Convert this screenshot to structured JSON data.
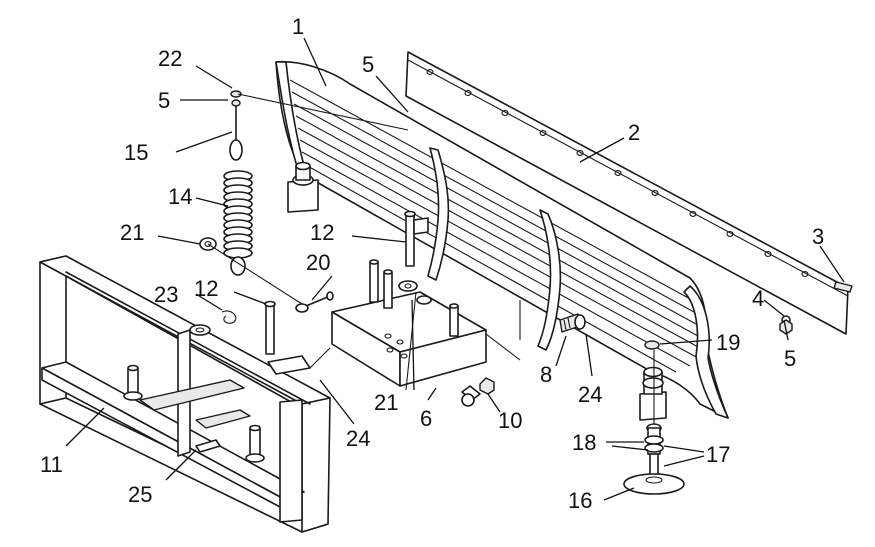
{
  "diagram": {
    "callouts": [
      {
        "id": "c1",
        "text": "1"
      },
      {
        "id": "c2",
        "text": "2"
      },
      {
        "id": "c3",
        "text": "3"
      },
      {
        "id": "c4",
        "text": "4"
      },
      {
        "id": "c5a",
        "text": "5"
      },
      {
        "id": "c5b",
        "text": "5"
      },
      {
        "id": "c5c",
        "text": "5"
      },
      {
        "id": "c6",
        "text": "6"
      },
      {
        "id": "c8",
        "text": "8"
      },
      {
        "id": "c10",
        "text": "10"
      },
      {
        "id": "c11",
        "text": "11"
      },
      {
        "id": "c12a",
        "text": "12"
      },
      {
        "id": "c12b",
        "text": "12"
      },
      {
        "id": "c14",
        "text": "14"
      },
      {
        "id": "c15",
        "text": "15"
      },
      {
        "id": "c16",
        "text": "16"
      },
      {
        "id": "c17",
        "text": "17"
      },
      {
        "id": "c18",
        "text": "18"
      },
      {
        "id": "c19",
        "text": "19"
      },
      {
        "id": "c20",
        "text": "20"
      },
      {
        "id": "c21a",
        "text": "21"
      },
      {
        "id": "c21b",
        "text": "21"
      },
      {
        "id": "c22",
        "text": "22"
      },
      {
        "id": "c23",
        "text": "23"
      },
      {
        "id": "c24a",
        "text": "24"
      },
      {
        "id": "c24b",
        "text": "24"
      },
      {
        "id": "c25",
        "text": "25"
      }
    ]
  }
}
